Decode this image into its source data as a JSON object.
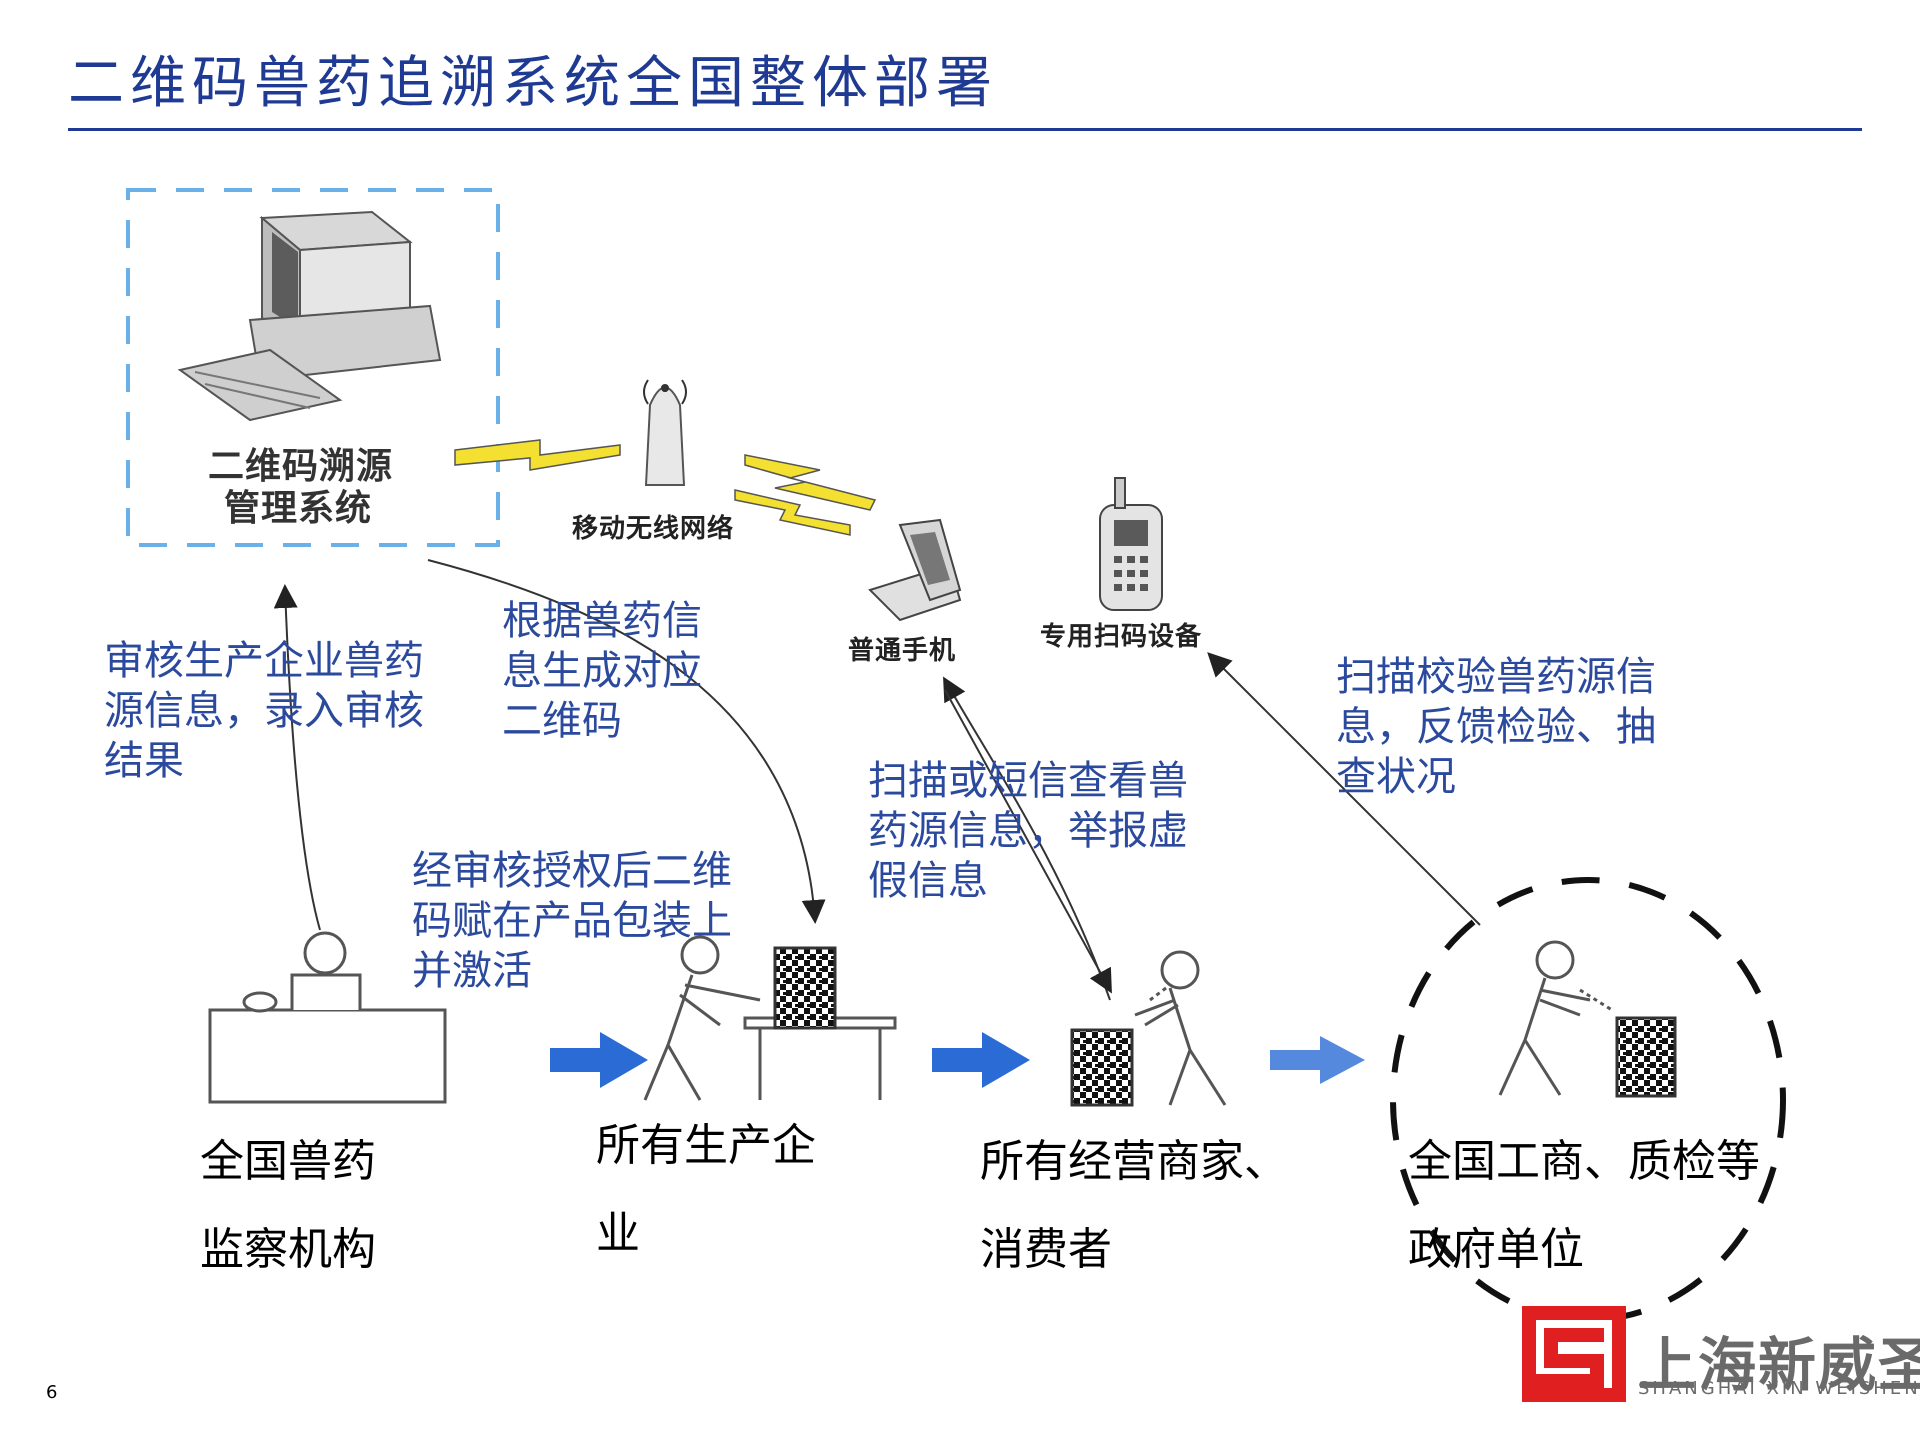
{
  "title": "二维码兽药追溯系统全国整体部署",
  "page_number": "6",
  "accent_color": "#1f3a93",
  "caption_color": "#2b4a9e",
  "arrow_color": "#2a6bd6",
  "nodes": {
    "system": {
      "line1": "二维码溯源",
      "line2": "管理系统"
    },
    "network": "移动无线网络",
    "phone": "普通手机",
    "scanner": "专用扫码设备"
  },
  "captions": {
    "review": [
      "审核生产企业兽药",
      "源信息，录入审核",
      "结果"
    ],
    "generate": [
      "根据兽药信",
      "息生成对应",
      "二维码"
    ],
    "authorize": [
      "经审核授权后二维",
      "码赋在产品包装上",
      "并激活"
    ],
    "consumer_scan": [
      "扫描或短信查看兽",
      "药源信息，举报虚",
      "假信息"
    ],
    "gov_scan": [
      "扫描校验兽药源信",
      "息，反馈检验、抽",
      "查状况"
    ]
  },
  "stages": {
    "agency": [
      "全国兽药",
      "监察机构"
    ],
    "producer": [
      "所有生产企",
      "业"
    ],
    "dealer": [
      "所有经营商家、",
      "消费者"
    ],
    "government": [
      "全国工商、质检等",
      "政府单位"
    ]
  },
  "logo": {
    "cn": "上海新威圣",
    "en": "SHANGHAI XIN WEISHENG",
    "color": "#e02020"
  },
  "icons": [
    "computer-icon",
    "antenna-icon",
    "flip-phone-icon",
    "scanner-device-icon",
    "desk-officer-icon",
    "worker-icon",
    "consumer-icon",
    "inspector-icon",
    "qr-code-icon",
    "flow-arrow-icon",
    "lightning-icon"
  ]
}
